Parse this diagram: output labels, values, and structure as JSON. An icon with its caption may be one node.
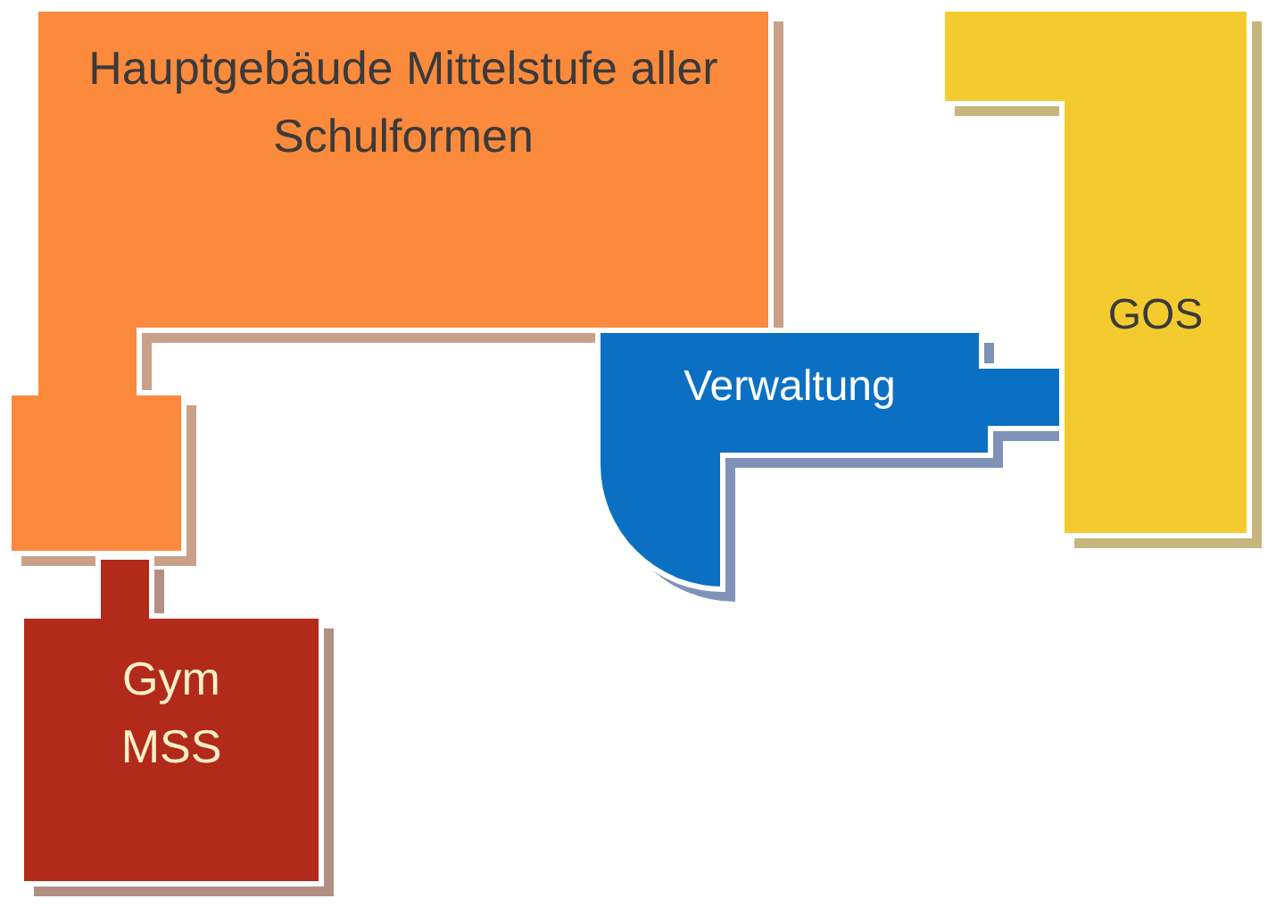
{
  "diagram": {
    "nodes": [
      {
        "text": [
          "Hauptgebäude Mittelstufe aller Schulformen"
        ]
      },
      {
        "text": [
          "Verwaltung"
        ]
      },
      {
        "text": [
          "GOS"
        ]
      },
      {
        "text": [
          "Gym MSS"
        ]
      }
    ]
  }
}
